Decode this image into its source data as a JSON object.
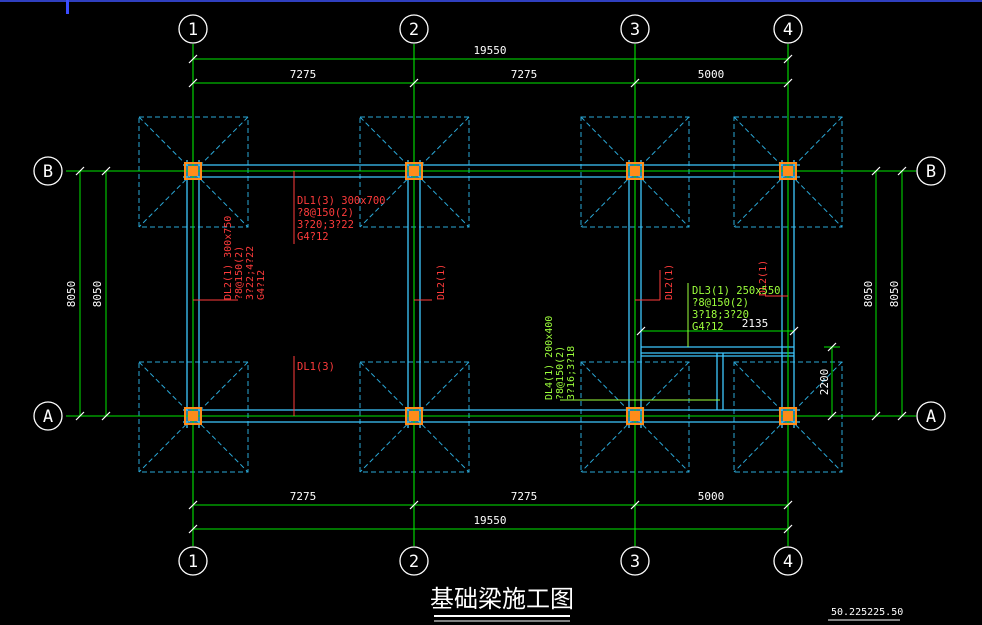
{
  "drawing": {
    "title": "基础梁施工图",
    "coordinate_readout": "50.225225.50"
  },
  "grid": {
    "columns": [
      "1",
      "2",
      "3",
      "4"
    ],
    "rows": [
      "B",
      "A"
    ]
  },
  "dimensions": {
    "top_total": "19550",
    "top_spans": [
      "7275",
      "7275",
      "5000"
    ],
    "bottom_spans": [
      "7275",
      "7275",
      "5000"
    ],
    "bottom_total": "19550",
    "left_outer": "8050",
    "left_inner": "8050",
    "right_inner": "8050",
    "right_outer": "8050",
    "opening_width": "2135",
    "opening_depth": "2200"
  },
  "annotations": {
    "dl1_top": [
      "DL1(3) 300x700",
      "?8@150(2)",
      "3?20;3?22",
      "G4?12"
    ],
    "dl1_bottom": "DL1(3)",
    "dl2_col1": [
      "DL2(1) 300x750",
      "?8@150(2)",
      "3?22;4?22",
      "G4?12"
    ],
    "dl2_col2": "DL2(1)",
    "dl2_col3": "DL2(1)",
    "dl2_col4": "DL2(1)",
    "dl3": [
      "DL3(1) 250x550",
      "?8@150(2)",
      "3?18;3?20",
      "G4?12"
    ],
    "dl4": [
      "DL4(1) 200x400",
      "?8@150(2)",
      "3?16;3?18"
    ]
  },
  "colors": {
    "background": "#000000",
    "grid_line": "#00e600",
    "beam": "#3ec8ff",
    "footing": "#2aa7d6",
    "column_fill": "#ff8c1a",
    "red_label": "#ff3b3b",
    "green_label": "#9cff3c",
    "white": "#ffffff"
  }
}
